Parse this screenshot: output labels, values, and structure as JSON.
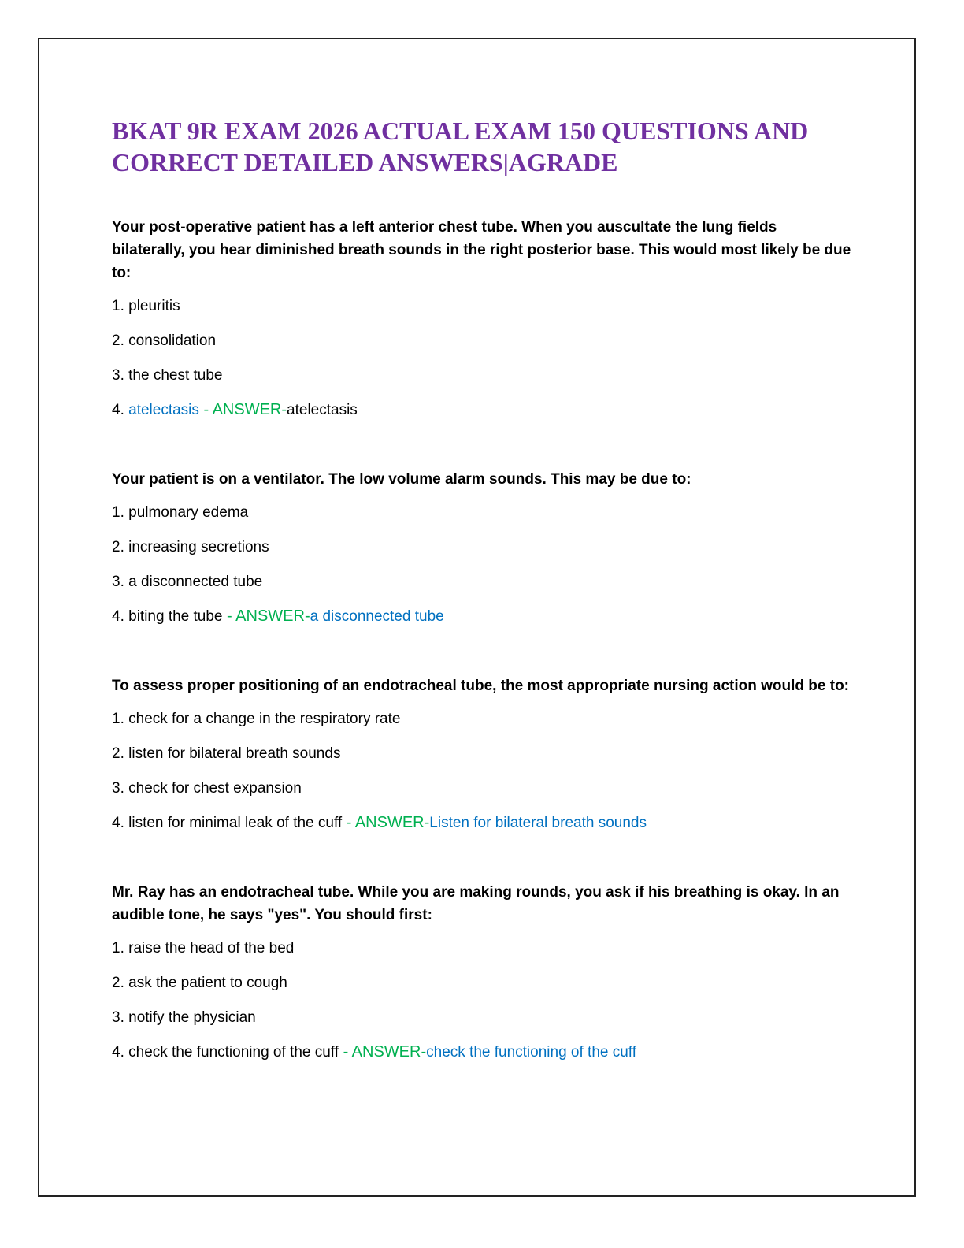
{
  "document": {
    "title": "BKAT 9R EXAM 2026 ACTUAL EXAM 150 QUESTIONS AND CORRECT DETAILED ANSWERS|AGRADE"
  },
  "questions": [
    {
      "text": "Your post-operative patient has a left anterior chest tube. When you auscultate the lung fields bilaterally, you hear diminished breath sounds in the right posterior base. This would most likely be due to:",
      "options": [
        "1. pleuritis",
        "2. consolidation",
        "3. the chest tube"
      ],
      "last_prefix": "4. ",
      "last_option": "atelectasis",
      "answer_marker": " - ANSWER-",
      "answer": "atelectasis"
    },
    {
      "text": "Your patient is on a ventilator. The low volume alarm sounds. This may be due to:",
      "options": [
        "1. pulmonary edema",
        "2. increasing secretions",
        "3. a disconnected tube"
      ],
      "last_prefix": "4. ",
      "last_option": "biting the tube",
      "answer_marker": " - ANSWER-",
      "answer": "a disconnected tube"
    },
    {
      "text": "To assess proper positioning of an endotracheal tube, the most appropriate nursing action would be to:",
      "options": [
        "1. check for a change in the respiratory rate",
        "2. listen for bilateral breath sounds",
        "3. check for chest expansion"
      ],
      "last_prefix": "4. ",
      "last_option": "listen for minimal leak of the cuff",
      "answer_marker": " - ANSWER-",
      "answer": "Listen for bilateral breath sounds"
    },
    {
      "text": "Mr. Ray has an endotracheal tube. While you are making rounds, you ask if his breathing is okay. In an audible tone, he says \"yes\". You should first:",
      "options": [
        "1. raise the head of the bed",
        "2. ask the patient to cough",
        "3. notify the physician"
      ],
      "last_prefix": "4. ",
      "last_option": "check the functioning of the cuff",
      "answer_marker": " - ANSWER-",
      "answer": "check the functioning of the cuff"
    }
  ],
  "colors": {
    "title": "#7030a0",
    "answer_marker": "#00b050",
    "answer_text": "#0070c0"
  }
}
